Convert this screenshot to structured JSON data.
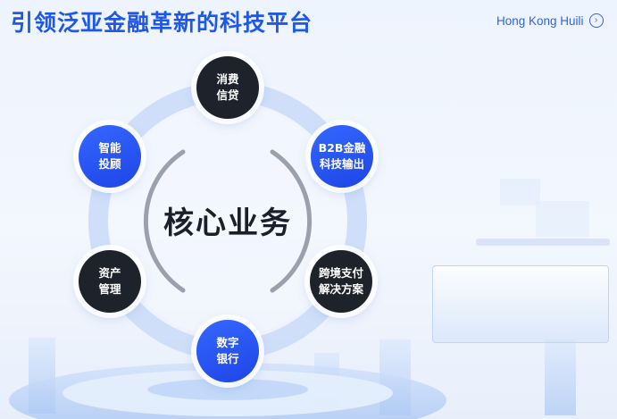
{
  "header": {
    "title": "引领泛亚金融革新的科技平台",
    "link_label": "Hong Kong Huili"
  },
  "center": {
    "label": "核心业务"
  },
  "nodes": [
    {
      "id": "consumer-credit",
      "line1": "消费",
      "line2": "信贷",
      "style": "dark"
    },
    {
      "id": "b2b-fintech",
      "line1": "B2B金融",
      "line2": "科技输出",
      "style": "blue"
    },
    {
      "id": "cross-border-payment",
      "line1": "跨境支付",
      "line2": "解决方案",
      "style": "dark"
    },
    {
      "id": "digital-bank",
      "line1": "数字",
      "line2": "银行",
      "style": "blue"
    },
    {
      "id": "asset-management",
      "line1": "资产",
      "line2": "管理",
      "style": "dark"
    },
    {
      "id": "smart-advisor",
      "line1": "智能",
      "line2": "投顾",
      "style": "blue"
    }
  ],
  "colors": {
    "accent": "#1f57e8",
    "node_dark": "#1e222b",
    "node_blue": "#2c5cf6",
    "ring": "#c9dbf8"
  }
}
